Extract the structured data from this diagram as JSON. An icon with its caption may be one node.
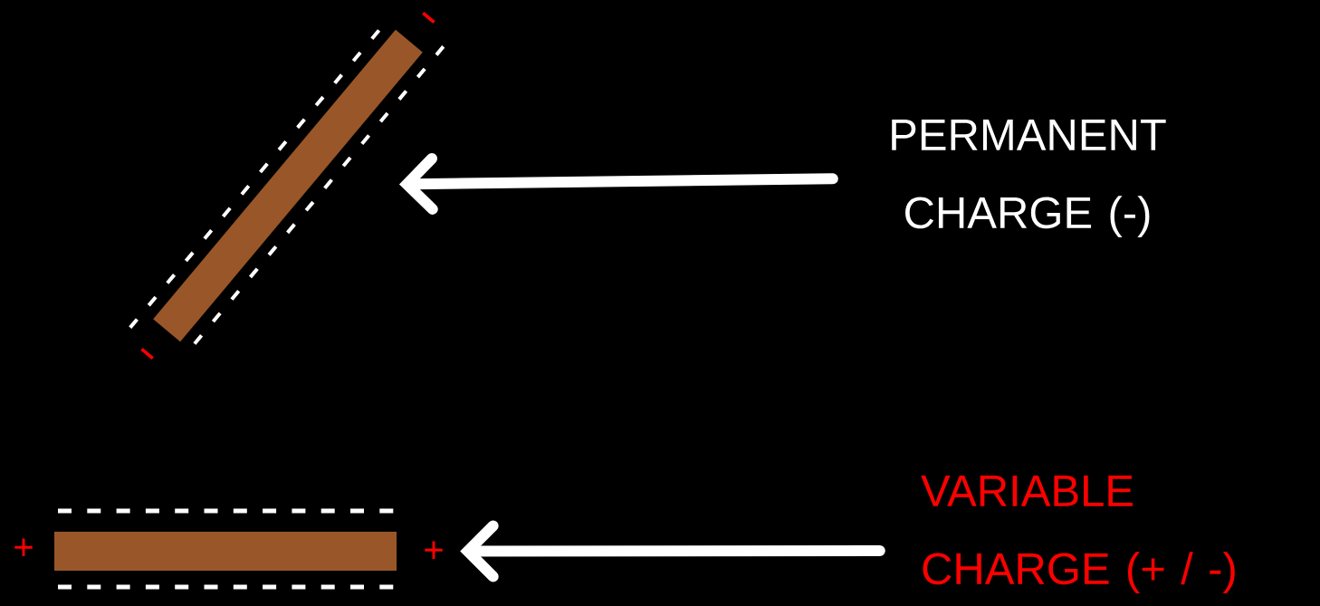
{
  "diagram": {
    "nodes": [
      {
        "text": [],
        "shape": "bar"
      },
      {
        "text": [
          "PERMANENT CHARGE (-)"
        ]
      },
      {
        "text": [],
        "shape": "bar",
        "beside": [
          "+",
          "+"
        ]
      },
      {
        "text": [
          "VARIABLE CHARGE (+ / -)"
        ]
      }
    ],
    "edges": [
      {
        "from": 1,
        "to": 0,
        "arrow": "to"
      },
      {
        "from": 3,
        "to": 2,
        "arrow": "to"
      }
    ]
  }
}
